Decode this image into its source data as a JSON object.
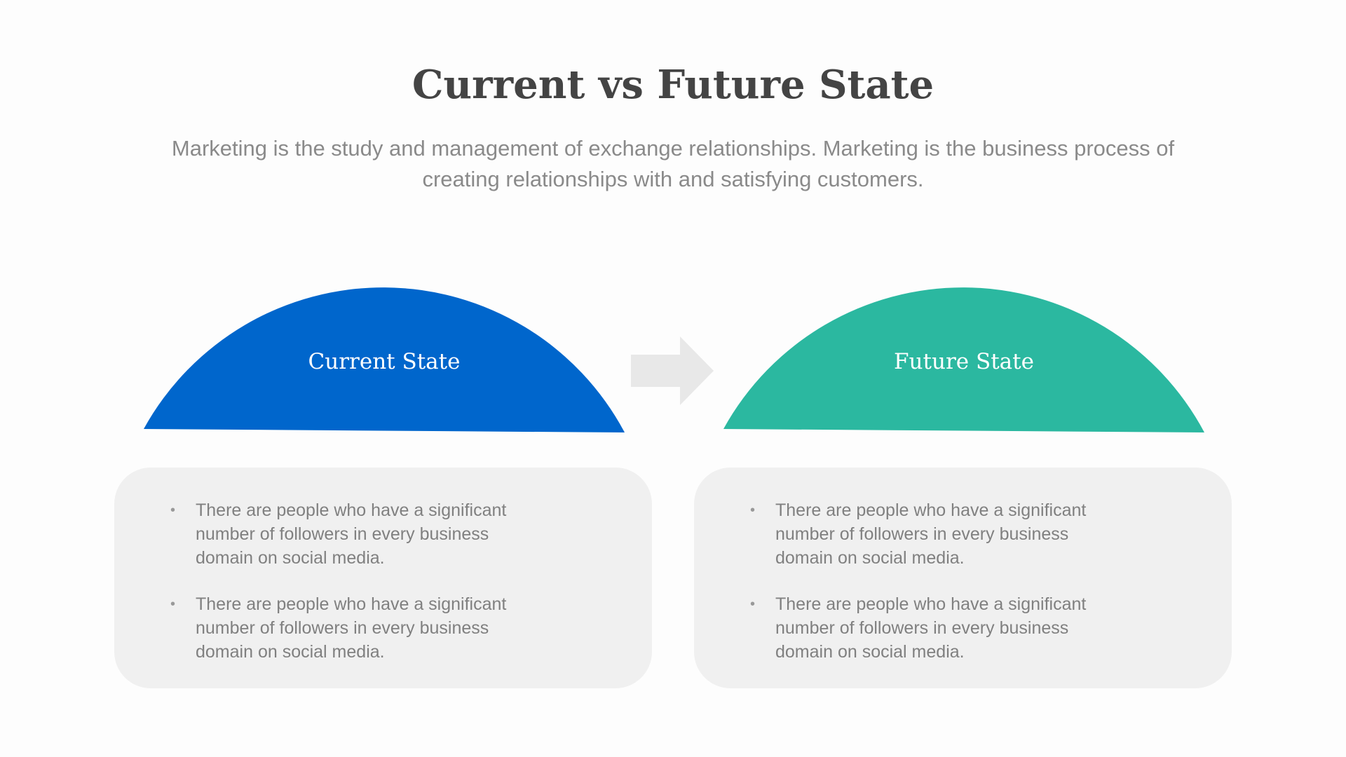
{
  "title": "Current vs Future State",
  "subtitle": "Marketing is the study and management of exchange relationships. Marketing is the business process of creating relationships with and satisfying customers.",
  "colors": {
    "current": "#0066CC",
    "future": "#2BB8A0",
    "arrow": "#E8E8E8",
    "box": "#F0F0F0"
  },
  "current": {
    "label": "Current State",
    "bullets": [
      "There are people who have a significant number of followers in every business domain on social media.",
      "There are people who have a significant number of followers in every business domain on social media."
    ]
  },
  "future": {
    "label": "Future State",
    "bullets": [
      "There are people who have a significant number of followers in every business domain on social media.",
      "There are people who have a significant number of followers in every business domain on social media."
    ]
  }
}
